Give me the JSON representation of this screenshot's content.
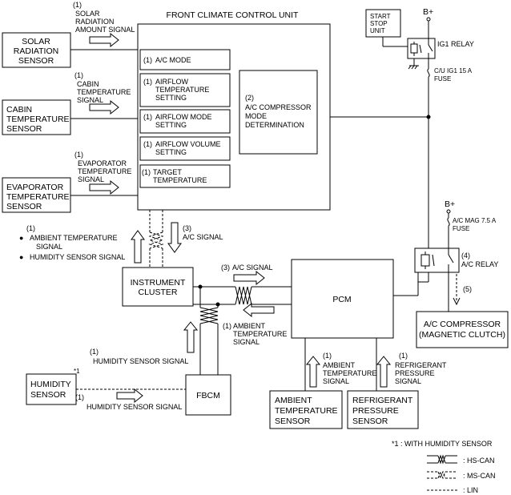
{
  "colors": {
    "line": "#000000",
    "background": "#ffffff"
  },
  "front_unit": {
    "title": "FRONT CLIMATE CONTROL UNIT",
    "functions": [
      {
        "num": "(1)",
        "lines": [
          "A/C MODE"
        ]
      },
      {
        "num": "(1)",
        "lines": [
          "AIRFLOW",
          "TEMPERATURE",
          "SETTING"
        ]
      },
      {
        "num": "(1)",
        "lines": [
          "AIRFLOW MODE",
          "SETTING"
        ]
      },
      {
        "num": "(1)",
        "lines": [
          "AIRFLOW VOLUME",
          "SETTING"
        ]
      },
      {
        "num": "(1)",
        "lines": [
          "TARGET",
          "TEMPERATURE"
        ]
      }
    ],
    "determination": {
      "num": "(2)",
      "lines": [
        "A/C COMPRESSOR",
        "MODE",
        "DETERMINATION"
      ]
    }
  },
  "sensors_left": [
    {
      "name": [
        "SOLAR",
        "RADIATION",
        "SENSOR"
      ],
      "signal_num": "(1)",
      "signal": [
        "SOLAR",
        "RADIATION",
        "AMOUNT SIGNAL"
      ]
    },
    {
      "name": [
        "CABIN",
        "TEMPERATURE",
        "SENSOR"
      ],
      "signal_num": "(1)",
      "signal": [
        "CABIN",
        "TEMPERATURE",
        "SIGNAL"
      ]
    },
    {
      "name": [
        "EVAPORATOR",
        "TEMPERATURE",
        "SENSOR"
      ],
      "signal_num": "(1)",
      "signal": [
        "EVAPORATOR",
        "TEMPERATURE",
        "SIGNAL"
      ]
    }
  ],
  "can_signals_left": {
    "num": "(1)",
    "items": [
      "AMBIENT TEMPERATURE",
      "SIGNAL",
      "HUMIDITY SENSOR SIGNAL"
    ]
  },
  "ac_signal_down": {
    "num": "(3)",
    "text": "A/C SIGNAL"
  },
  "instrument_cluster": [
    "INSTRUMENT",
    "CLUSTER"
  ],
  "ac_signal_pcm": {
    "num": "(3)",
    "text": "A/C SIGNAL"
  },
  "ambient_to_cluster": {
    "num": "(1)",
    "lines": [
      "AMBIENT",
      "TEMPERATURE",
      "SIGNAL"
    ]
  },
  "pcm": "PCM",
  "humidity_signal_up": {
    "num": "(1)",
    "text": "HUMIDITY SENSOR SIGNAL"
  },
  "humidity_sensor": {
    "name": [
      "HUMIDITY",
      "SENSOR"
    ],
    "note": "*1"
  },
  "humidity_signal_lin": {
    "num": "(1)",
    "text": "HUMIDITY SENSOR SIGNAL"
  },
  "fbcm": "FBCM",
  "ambient_sensor": {
    "name": [
      "AMBIENT",
      "TEMPERATURE",
      "SENSOR"
    ],
    "signal_num": "(1)",
    "signal": [
      "AMBIENT",
      "TEMPERATURE",
      "SIGNAL"
    ]
  },
  "refrigerant_sensor": {
    "name": [
      "REFRIGERANT",
      "PRESSURE",
      "SENSOR"
    ],
    "signal_num": "(1)",
    "signal": [
      "REFRIGERANT",
      "PRESSURE",
      "SIGNAL"
    ]
  },
  "start_stop_unit": [
    "START",
    "STOP",
    "UNIT"
  ],
  "b_plus": "B+",
  "ig1_relay": "IG1 RELAY",
  "cu_fuse": [
    "C/U IG1 15 A",
    "FUSE"
  ],
  "ac_mag_fuse": [
    "A/C MAG 7.5 A",
    "FUSE"
  ],
  "ac_relay": {
    "num": "(4)",
    "text": "A/C RELAY"
  },
  "step5": "(5)",
  "compressor": [
    "A/C COMPRESSOR",
    "(MAGNETIC CLUTCH)"
  ],
  "legend": {
    "note": "*1 : WITH HUMIDITY SENSOR",
    "items": [
      ": HS-CAN",
      ": MS-CAN",
      ": LIN"
    ]
  }
}
